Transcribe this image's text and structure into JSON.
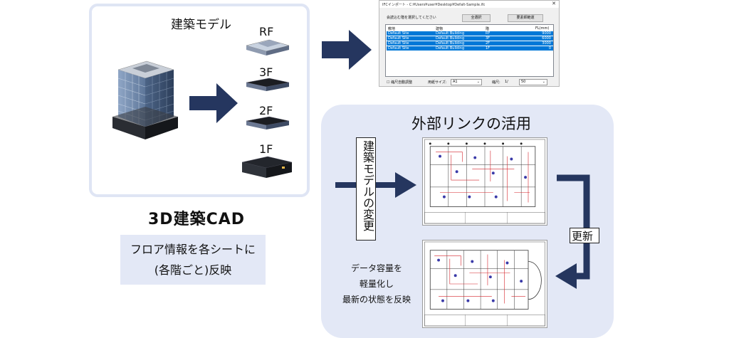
{
  "left": {
    "model_label": "建築モデル",
    "floors": [
      "RF",
      "3F",
      "2F",
      "1F"
    ],
    "cad_title": "3D建築CAD",
    "note_lines": [
      "フロア情報を各シートに",
      "(各階ごと)反映"
    ]
  },
  "dialog": {
    "title": "IFCインポート - C:¥Users¥user¥Desktop¥Defalt-Sample.ifc",
    "close": "✕",
    "prompt": "会読込む階を選択してください",
    "select_all_label": "全選択",
    "deselect_label": "要素師範運",
    "headers": [
      "敷地",
      "建物",
      "階",
      "FL(mm)"
    ],
    "rows": [
      {
        "site": "Default Site",
        "building": "Default Building",
        "floor": "RF",
        "fl": "9000"
      },
      {
        "site": "Default Site",
        "building": "Default Building",
        "floor": "3F",
        "fl": "6000"
      },
      {
        "site": "Default Site",
        "building": "Default Building",
        "floor": "2F",
        "fl": "3000"
      },
      {
        "site": "Default Site",
        "building": "Default Building",
        "floor": "1F",
        "fl": "0"
      }
    ],
    "auto_adjust_label": "縮尺自動調整",
    "paper_size_label": "用紙サイズ:",
    "paper_size_value": "A1",
    "scale_label": "縮尺:",
    "scale_prefix": "1/",
    "scale_value": "50"
  },
  "right": {
    "title": "外部リンクの活用",
    "vertical_label": "建築モデルの変更",
    "update_label": "更新",
    "note_lines": [
      "データ容量を",
      "軽量化し",
      "最新の状態を反映"
    ]
  },
  "colors": {
    "arrow": "#25365f",
    "panel_fill": "#e3e8f6",
    "selection": "#0078d7"
  }
}
